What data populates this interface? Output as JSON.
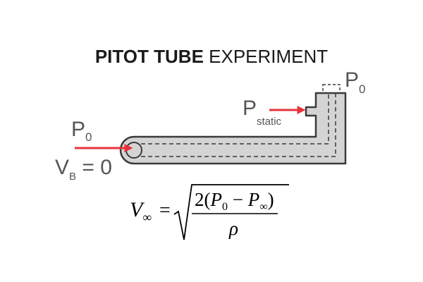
{
  "title": {
    "bold": "PITOT TUBE",
    "regular": " EXPERIMENT"
  },
  "labels": {
    "p0_inlet": {
      "main": "P",
      "sub": "0"
    },
    "vb": {
      "main": "V",
      "sub": "B",
      "rest": " = 0"
    },
    "p_static": {
      "main": "P",
      "sub": "static"
    },
    "p0_outlet": {
      "main": "P",
      "sub": "0"
    }
  },
  "formula": {
    "lhs": "V",
    "lhs_sub": "∞",
    "equals": "=",
    "numerator_prefix": "2(",
    "p0": "P",
    "p0_sub": "0",
    "minus": " − ",
    "pinf": "P",
    "pinf_sub": "∞",
    "numerator_suffix": ")",
    "denominator": "ρ"
  },
  "colors": {
    "tube_fill": "#d4d4d4",
    "tube_stroke": "#3a3a3a",
    "arrow": "#e8323c",
    "label_text": "#555555",
    "title_text": "#1a1a1a"
  }
}
